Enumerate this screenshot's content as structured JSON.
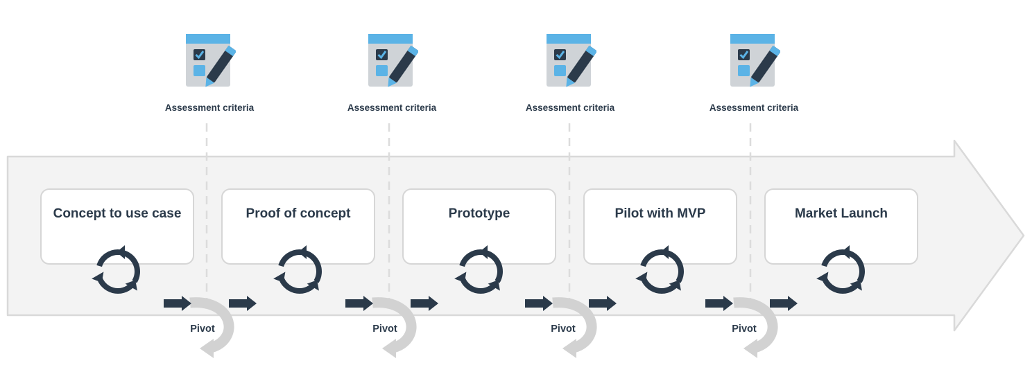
{
  "colors": {
    "dark": "#2b3a4a",
    "light_blue": "#5bb3e6",
    "band_fill": "#f3f3f3",
    "band_stroke": "#d9d9d9",
    "pivot_gray": "#d2d2d2",
    "box_border": "#d6d6d6"
  },
  "criteria": [
    {
      "label": "Assessment criteria",
      "icon": "checklist-pen-icon"
    },
    {
      "label": "Assessment criteria",
      "icon": "checklist-pen-icon"
    },
    {
      "label": "Assessment criteria",
      "icon": "checklist-pen-icon"
    },
    {
      "label": "Assessment criteria",
      "icon": "checklist-pen-icon"
    }
  ],
  "stages": [
    {
      "title": "Concept to use case",
      "icon": "cycle-icon"
    },
    {
      "title": "Proof of concept",
      "icon": "cycle-icon"
    },
    {
      "title": "Prototype",
      "icon": "cycle-icon"
    },
    {
      "title": "Pilot with MVP",
      "icon": "cycle-icon"
    },
    {
      "title": "Market Launch",
      "icon": "cycle-icon"
    }
  ],
  "pivots": [
    {
      "label": "Pivot",
      "icon": "pivot-return-arrow-icon"
    },
    {
      "label": "Pivot",
      "icon": "pivot-return-arrow-icon"
    },
    {
      "label": "Pivot",
      "icon": "pivot-return-arrow-icon"
    },
    {
      "label": "Pivot",
      "icon": "pivot-return-arrow-icon"
    }
  ]
}
